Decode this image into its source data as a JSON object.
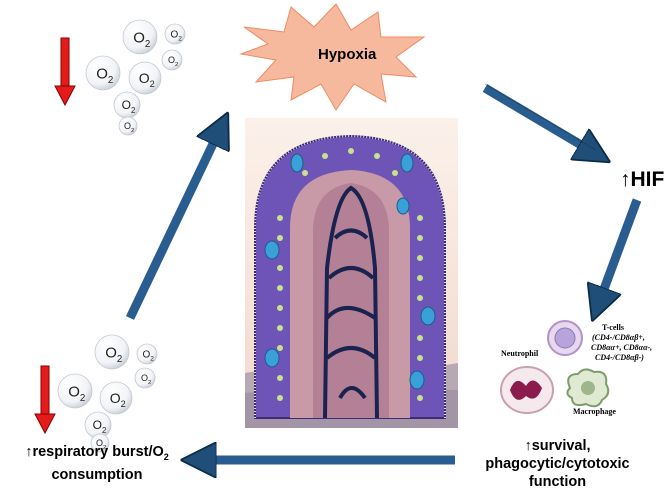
{
  "hypoxia": {
    "label": "Hypoxia"
  },
  "hif": {
    "label": "↑HIF"
  },
  "oxygen": {
    "symbol": "O",
    "subscript": "2"
  },
  "immune_cells": {
    "tcells_title": "T-cells",
    "tcells_line1": "(CD4-/CD8αβ+,",
    "tcells_line2": "CD8αα+, CD8αα-,",
    "tcells_line3": "CD4-/CD8αβ-)",
    "neutrophil": "Neutrophil",
    "macrophage": "Macrophage"
  },
  "survival_text": {
    "line1": "↑survival,",
    "line2": "phagocytic/cytotoxic",
    "line3": "function"
  },
  "respiratory_text": {
    "line1": "↑respiratory burst/O",
    "sub": "2",
    "line2": "consumption"
  },
  "colors": {
    "arrow": "#1f4e79",
    "decrease_arrow": "#e31b1b",
    "hypoxia_burst": "#f7b99e",
    "villus_epithelium": "#7b5fc2",
    "goblet_cell": "#3aa0d8"
  }
}
